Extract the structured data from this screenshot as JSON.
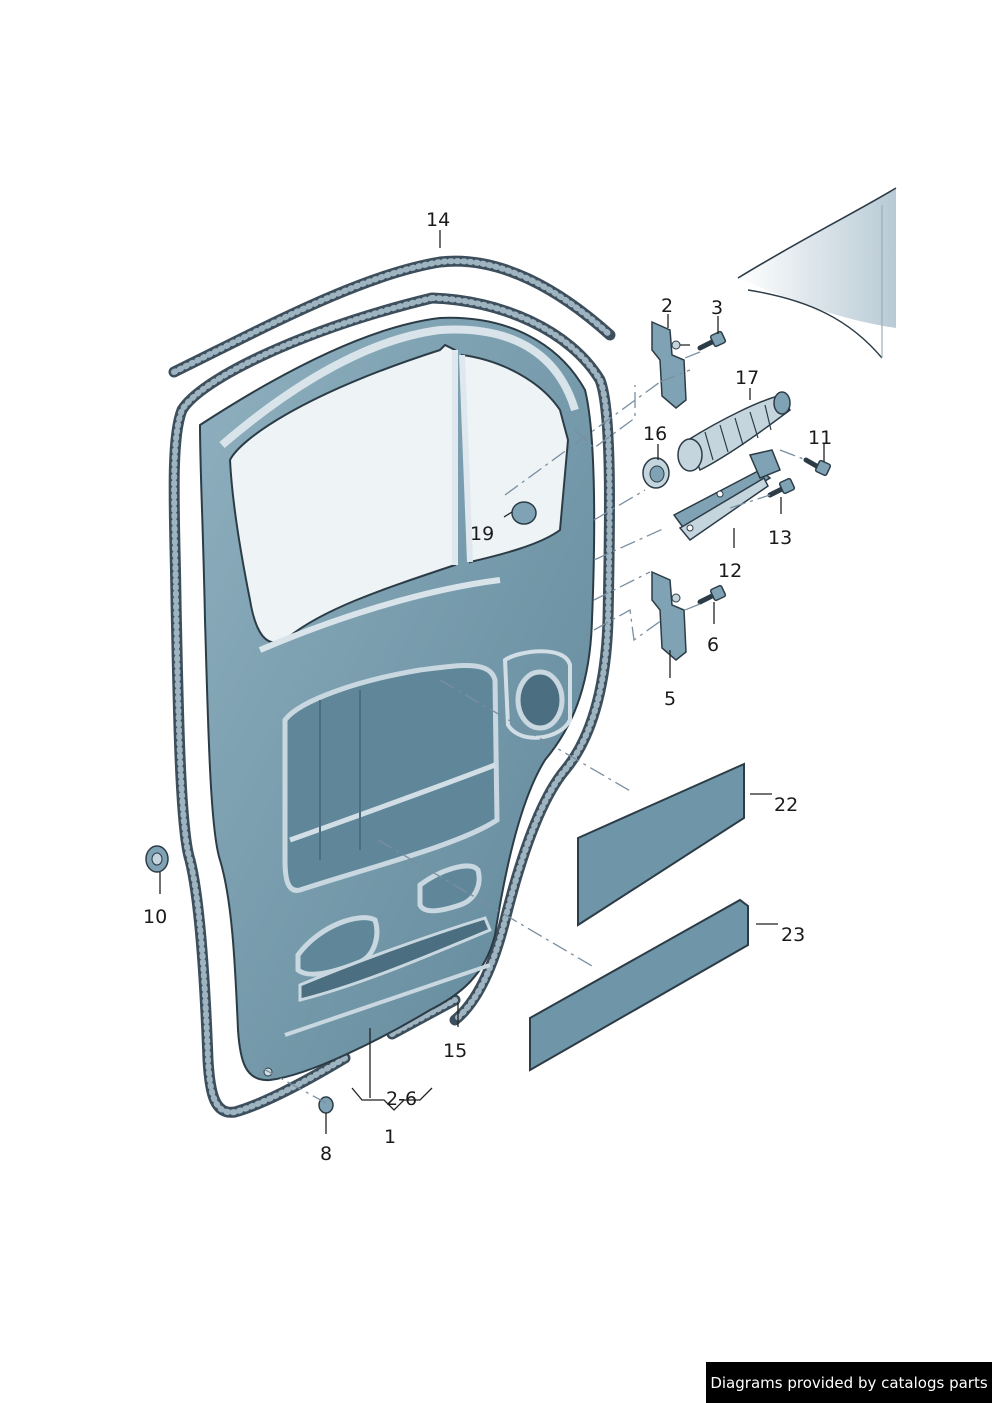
{
  "callouts": {
    "p1": "1",
    "p2": "2",
    "p3": "3",
    "p5": "5",
    "p6": "6",
    "p8": "8",
    "p10": "10",
    "p11": "11",
    "p12": "12",
    "p13": "13",
    "p14": "14",
    "p15": "15",
    "p16": "16",
    "p17": "17",
    "p19": "19",
    "p22": "22",
    "p23": "23",
    "p26": "2-6"
  },
  "credit": "Diagrams provided by catalogs parts",
  "colors": {
    "panel": "#6f96a8",
    "outline": "#2c3c47",
    "seal": "#3d4f5c"
  }
}
